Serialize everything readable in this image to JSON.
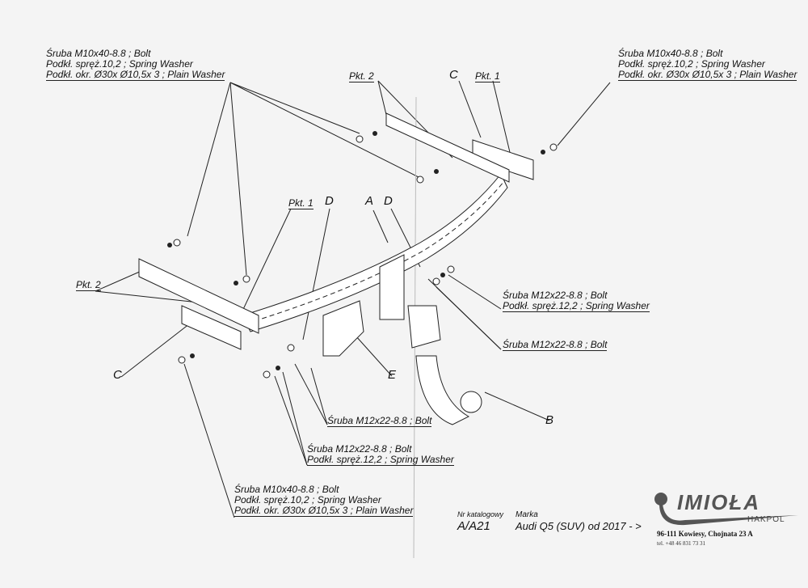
{
  "callouts": {
    "top_left": [
      "Śruba M10x40-8.8 ;  Bolt",
      "Podkł. spręż.10,2 ; Spring Washer",
      "Podkł. okr.  Ø30x Ø10,5x 3 ; Plain Washer"
    ],
    "top_right": [
      "Śruba M10x40-8.8 ;  Bolt",
      "Podkł. spręż.10,2 ; Spring Washer",
      "Podkł. okr.  Ø30x Ø10,5x 3 ; Plain Washer"
    ],
    "bottom_left": [
      "Śruba M10x40-8.8 ;  Bolt",
      "Podkł. spręż.10,2 ; Spring Washer",
      "Podkł. okr.  Ø30x Ø10,5x 3 ; Plain Washer"
    ],
    "right_upper": [
      "Śruba M12x22-8.8 ;  Bolt",
      "Podkł. spręż.12,2 ; Spring Washer"
    ],
    "right_lower": [
      "Śruba M12x22-8.8 ;  Bolt"
    ],
    "center_a": [
      "Śruba M12x22-8.8 ;  Bolt"
    ],
    "center_b": [
      "Śruba M12x22-8.8 ;  Bolt",
      "Podkł. spręż.12,2 ; Spring Washer"
    ]
  },
  "labels": {
    "pkt2_top": "Pkt. 2",
    "c_top": "C",
    "pkt1_top": "Pkt. 1",
    "pkt1_mid": "Pkt. 1",
    "d_left": "D",
    "a": "A",
    "d_right": "D",
    "pkt2_left": "Pkt. 2",
    "c_left": "C",
    "e": "E",
    "b": "B"
  },
  "footer": {
    "catalog_label": "Nr katalogowy",
    "catalog_number": "A/A21",
    "make_label": "Marka",
    "make_value": "Audi Q5 (SUV)   od 2017 - >",
    "logo": "IMIOŁA",
    "logo_sub": "HAKPOL",
    "address": "96-111 Kowiesy, Chojnata 23 A",
    "phone": "tel. +48 46 831 73 31"
  }
}
